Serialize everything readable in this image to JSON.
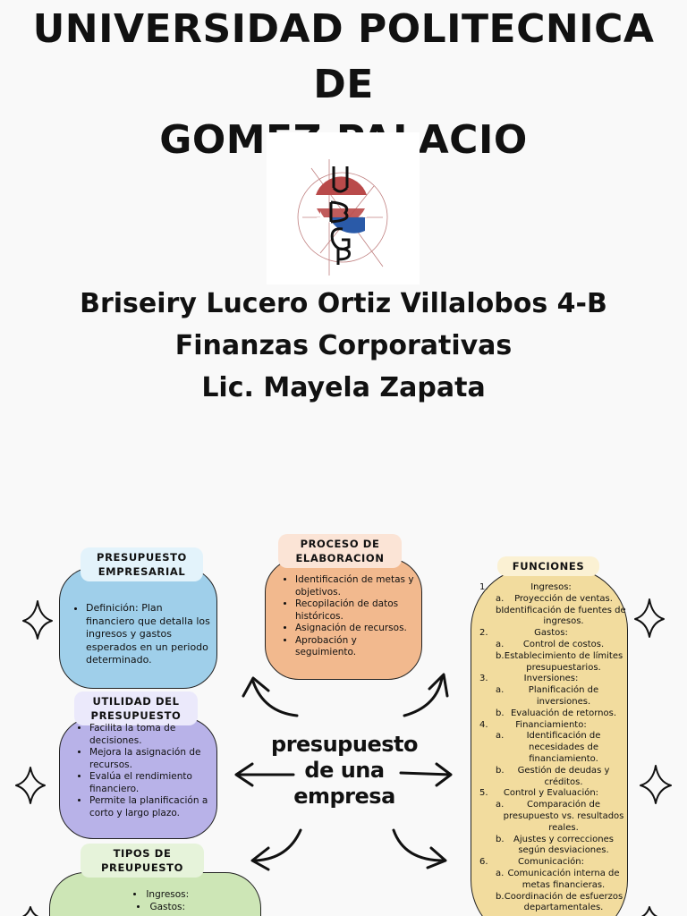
{
  "header": {
    "university_line1": "UNIVERSIDAD POLITECNICA DE",
    "university_line2": "GOMEZ PALACIO"
  },
  "logo": {
    "icon": "university-logo-icon",
    "colors": {
      "red": "#b94a4a",
      "blue": "#2a5aa8",
      "line": "#b06060"
    }
  },
  "info": {
    "student": "Briseiry Lucero Ortiz Villalobos 4-B",
    "course": "Finanzas Corporativas",
    "teacher": "Lic. Mayela Zapata"
  },
  "center": {
    "line1": "presupuesto",
    "line2": "de una",
    "line3": "empresa"
  },
  "presupuesto_empresarial": {
    "title_line1": "PRESUPUESTO",
    "title_line2": "EMPRESARIAL",
    "items": [
      "Definición: Plan financiero que detalla los ingresos y gastos esperados en un periodo determinado."
    ]
  },
  "proceso": {
    "title_line1": "PROCESO DE",
    "title_line2": "ELABORACION",
    "items": [
      "Identificación de metas y objetivos.",
      "Recopilación de datos históricos.",
      "Asignación de recursos.",
      "Aprobación y seguimiento."
    ]
  },
  "utilidad": {
    "title_line1": "UTILIDAD DEL",
    "title_line2": "PRESUPUESTO",
    "items": [
      "Facilita la toma de decisiones.",
      "Mejora la asignación de recursos.",
      "Evalúa el rendimiento financiero.",
      "Permite la planificación a corto y largo plazo."
    ]
  },
  "tipos": {
    "title_line1": "TIPOS DE",
    "title_line2": "PREUPUESTO",
    "items": [
      "Ingresos:",
      "Gastos:"
    ]
  },
  "funciones": {
    "title": "FUNCIONES",
    "groups": [
      {
        "num": "1.",
        "name": "Ingresos:",
        "subs": [
          {
            "letter": "a.",
            "text": "Proyección de ventas."
          },
          {
            "letter": "b.",
            "text": "Identificación de fuentes de ingresos."
          }
        ]
      },
      {
        "num": "2.",
        "name": "Gastos:",
        "subs": [
          {
            "letter": "a.",
            "text": "Control de costos."
          },
          {
            "letter": "b.",
            "text": "Establecimiento de límites presupuestarios."
          }
        ]
      },
      {
        "num": "3.",
        "name": "Inversiones:",
        "subs": [
          {
            "letter": "a.",
            "text": "Planificación de inversiones."
          },
          {
            "letter": "b.",
            "text": "Evaluación de retornos."
          }
        ]
      },
      {
        "num": "4.",
        "name": "Financiamiento:",
        "subs": [
          {
            "letter": "a.",
            "text": "Identificación de necesidades de financiamiento."
          },
          {
            "letter": "b.",
            "text": "Gestión de deudas y créditos."
          }
        ]
      },
      {
        "num": "5.",
        "name": "Control y Evaluación:",
        "subs": [
          {
            "letter": "a.",
            "text": "Comparación de presupuesto vs. resultados reales."
          },
          {
            "letter": "b.",
            "text": "Ajustes y correcciones según desviaciones."
          }
        ]
      },
      {
        "num": "6.",
        "name": "Comunicación:",
        "subs": [
          {
            "letter": "a.",
            "text": "Comunicación interna de metas financieras."
          },
          {
            "letter": "b.",
            "text": "Coordinación de esfuerzos departamentales."
          }
        ]
      }
    ]
  },
  "colors": {
    "presupuesto": "#9fcfea",
    "proceso": "#f2b98e",
    "utilidad": "#b8b2e8",
    "tipos": "#cde6b6",
    "funciones": "#f2dc9e"
  }
}
